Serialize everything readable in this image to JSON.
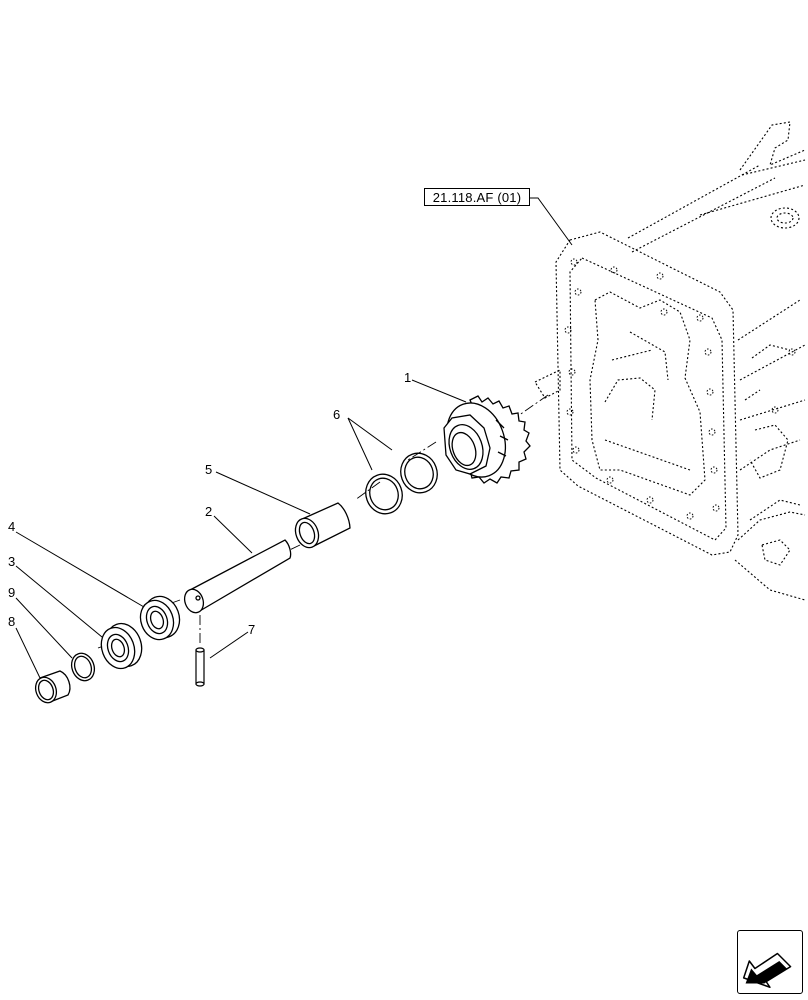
{
  "reference": {
    "label": "21.118.AF (01)"
  },
  "callouts": [
    {
      "id": "1",
      "label": "1"
    },
    {
      "id": "2",
      "label": "2"
    },
    {
      "id": "3",
      "label": "3"
    },
    {
      "id": "4",
      "label": "4"
    },
    {
      "id": "5",
      "label": "5"
    },
    {
      "id": "6",
      "label": "6"
    },
    {
      "id": "7",
      "label": "7"
    },
    {
      "id": "8",
      "label": "8"
    },
    {
      "id": "9",
      "label": "9"
    }
  ],
  "nav_button": {
    "icon": "arrow-back-icon"
  }
}
